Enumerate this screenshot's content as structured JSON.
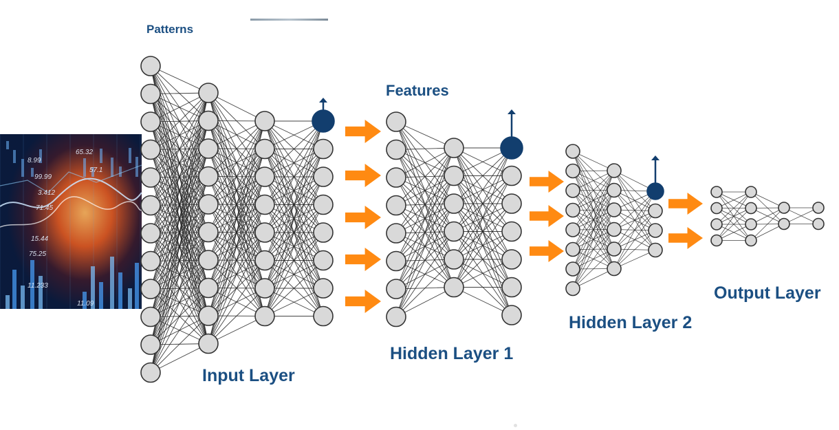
{
  "labels": {
    "patterns": "Patterns",
    "features": "Features",
    "input_layer": "Input Layer",
    "hidden_layer_1": "Hidden Layer 1",
    "hidden_layer_2": "Hidden Layer 2",
    "output_layer": "Output Layer"
  },
  "image_ticker_labels": [
    "8.99",
    "99.99",
    "3.412",
    "71.45",
    "15.44",
    "75.25",
    "11.233",
    "65.32",
    "57.1",
    "11.09"
  ],
  "colors": {
    "node_fill": "#d9d9d9",
    "node_stroke": "#333333",
    "edge": "#222222",
    "highlight_node": "#123e6e",
    "arrow": "#ff8a12",
    "label": "#1b4f82"
  },
  "diagram": {
    "blocks": [
      {
        "name": "input-block",
        "layer_sizes": [
          12,
          10,
          8,
          8
        ],
        "highlight_layer": 3,
        "highlight_index": 0
      },
      {
        "name": "hidden1-block",
        "layer_sizes": [
          8,
          6,
          7
        ],
        "highlight_layer": 2,
        "highlight_index": 0
      },
      {
        "name": "hidden2-block",
        "layer_sizes": [
          8,
          6,
          4
        ],
        "highlight_layer": 2,
        "highlight_index": 0
      },
      {
        "name": "output-block",
        "layer_sizes": [
          4,
          4,
          2,
          2
        ],
        "highlight_layer": null,
        "highlight_index": null
      }
    ],
    "arrow_groups": [
      {
        "name": "arrows-input-to-hidden1",
        "count": 5
      },
      {
        "name": "arrows-hidden1-to-hidden2",
        "count": 3
      },
      {
        "name": "arrows-hidden2-to-output",
        "count": 2
      }
    ]
  }
}
